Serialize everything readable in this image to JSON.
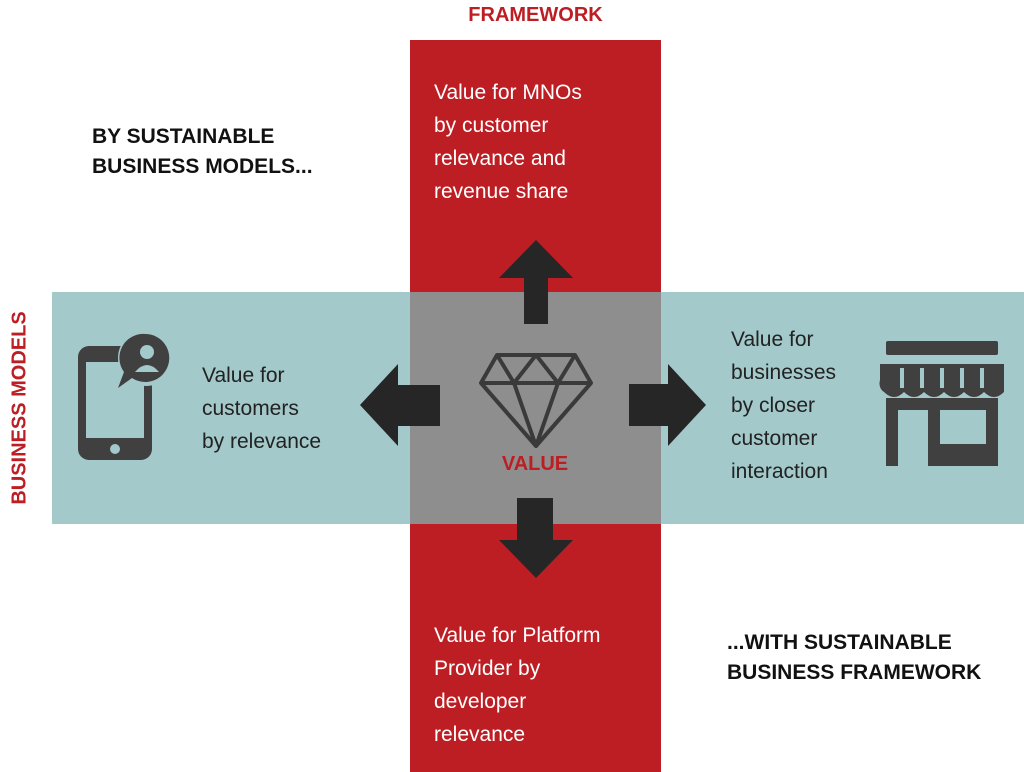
{
  "labels": {
    "framework": "FRAMEWORK",
    "business_models": "BUSINESS MODELS",
    "value": "VALUE"
  },
  "headings": {
    "top_left": [
      "BY SUSTAINABLE",
      "BUSINESS MODELS..."
    ],
    "bottom_right": [
      "...WITH SUSTAINABLE",
      "BUSINESS FRAMEWORK"
    ]
  },
  "value_texts": {
    "mnos": [
      "Value for MNOs",
      "by customer",
      "relevance and",
      "revenue share"
    ],
    "customers": [
      "Value for",
      "customers",
      "by relevance"
    ],
    "businesses": [
      "Value for",
      "businesses",
      "by closer",
      "customer",
      "interaction"
    ],
    "platform": [
      "Value for Platform",
      "Provider by",
      "developer",
      "relevance"
    ]
  },
  "colors": {
    "red": "#bd1e24",
    "teal": "#a3c9cb",
    "center_gray": "#8e8e8e",
    "arrow": "#262626",
    "icon": "#404040"
  },
  "icons": [
    "smartphone-chat-icon",
    "diamond-icon",
    "storefront-icon"
  ]
}
